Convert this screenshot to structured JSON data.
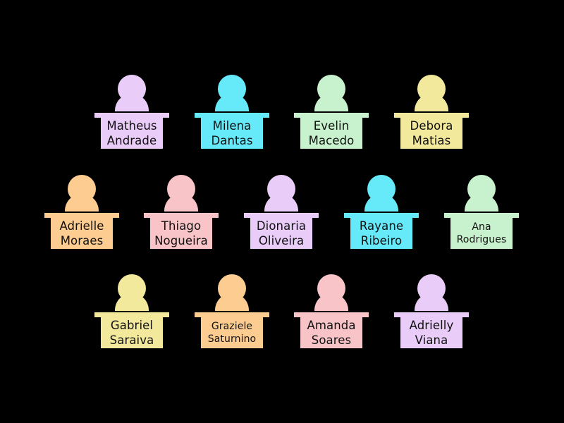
{
  "colors": {
    "background": "#000000",
    "lavender": "#e9cdf8",
    "cyan": "#66e9f8",
    "green": "#c7f2cd",
    "yellow": "#f3e99c",
    "orange": "#fccc90",
    "pink": "#f9c4c7"
  },
  "seats": [
    {
      "first": "Matheus",
      "last": "Andrade",
      "color": "#e9cdf8"
    },
    {
      "first": "Milena",
      "last": "Dantas",
      "color": "#66e9f8"
    },
    {
      "first": "Evelin",
      "last": "Macedo",
      "color": "#c7f2cd"
    },
    {
      "first": "Debora",
      "last": "Matias",
      "color": "#f3e99c"
    },
    {
      "first": "Adrielle",
      "last": "Moraes",
      "color": "#fccc90"
    },
    {
      "first": "Thiago",
      "last": "Nogueira",
      "color": "#f9c4c7"
    },
    {
      "first": "Dionaria",
      "last": "Oliveira",
      "color": "#e9cdf8"
    },
    {
      "first": "Rayane",
      "last": "Ribeiro",
      "color": "#66e9f8"
    },
    {
      "first": "Ana",
      "last": "Rodrigues",
      "color": "#c7f2cd"
    },
    {
      "first": "Gabriel",
      "last": "Saraiva",
      "color": "#f3e99c"
    },
    {
      "first": "Graziele",
      "last": "Saturnino",
      "color": "#fccc90"
    },
    {
      "first": "Amanda",
      "last": "Soares",
      "color": "#f9c4c7"
    },
    {
      "first": "Adrielly",
      "last": "Viana",
      "color": "#e9cdf8"
    }
  ]
}
